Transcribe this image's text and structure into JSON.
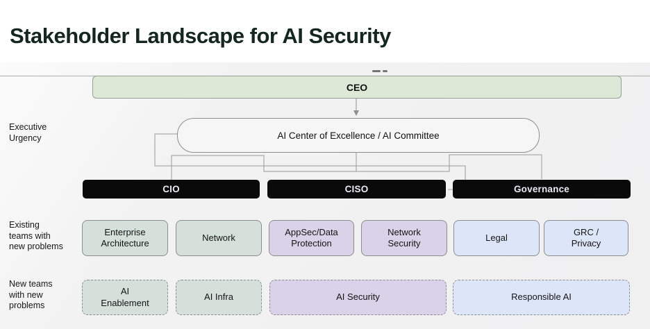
{
  "title": "Stakeholder Landscape for AI Security",
  "diagram": {
    "ceo_label": "CEO",
    "committee_label": "AI Center of Excellence / AI Committee",
    "executives": [
      {
        "label": "CIO"
      },
      {
        "label": "CISO"
      },
      {
        "label": "Governance"
      }
    ],
    "row_labels": {
      "executive": "Executive\nUrgency",
      "existing": "Existing\nteams with\nnew problems",
      "new": "New teams\nwith new\nproblems"
    },
    "existing_teams": [
      {
        "label": "Enterprise\nArchitecture",
        "color": "#d5e0da"
      },
      {
        "label": "Network",
        "color": "#d5e0da"
      },
      {
        "label": "AppSec/Data\nProtection",
        "color": "#d9d2e8"
      },
      {
        "label": "Network\nSecurity",
        "color": "#d9d2e8"
      },
      {
        "label": "Legal",
        "color": "#dde6f8"
      },
      {
        "label": "GRC /\nPrivacy",
        "color": "#dde6f8"
      }
    ],
    "new_teams": [
      {
        "label": "AI\nEnablement",
        "color": "#d5e0da"
      },
      {
        "label": "AI Infra",
        "color": "#d5e0da"
      },
      {
        "label": "AI Security",
        "color": "#d9d2e8"
      },
      {
        "label": "Responsible AI",
        "color": "#dde6f8"
      }
    ]
  },
  "palette": {
    "title_text": "#14261f",
    "canvas_bg": "#f0f0f1",
    "ceo_fill": "#dde8d6",
    "team_green": "#d5e0da",
    "team_purple": "#d9d2e8",
    "team_blue": "#dde6f8",
    "bar_fill": "#0a0a0b",
    "bar_text": "#e7eaf3",
    "connector": "#999999"
  }
}
